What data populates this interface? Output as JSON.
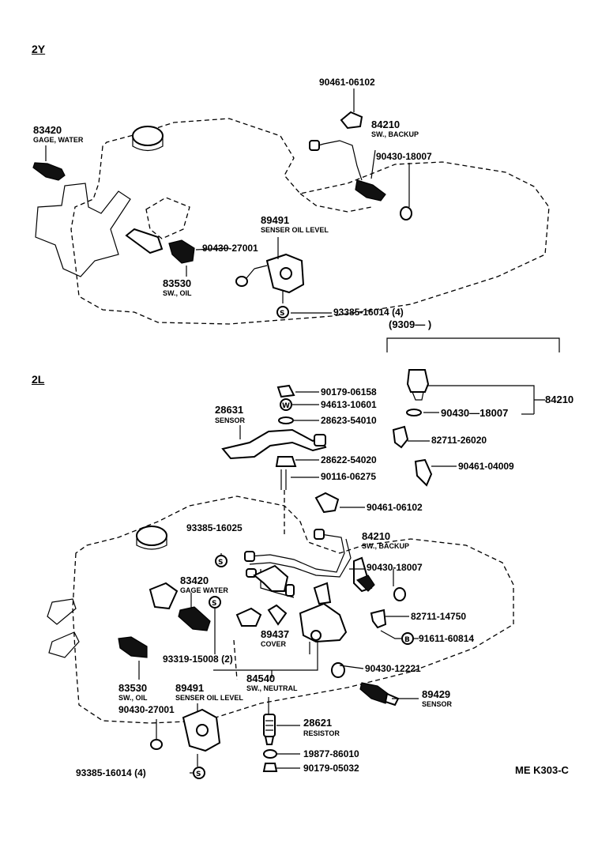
{
  "sections": {
    "top": "2Y",
    "bottom": "2L"
  },
  "top_labels": {
    "p90461_06102": "90461-06102",
    "p84210": "84210",
    "p84210_name": "SW., BACKUP",
    "p90430_18007": "90430-18007",
    "p83420": "83420",
    "p83420_name": "GAGE, WATER",
    "p89491": "89491",
    "p89491_name": "SENSER OIL LEVEL",
    "p90430_27001": "90430-27001",
    "p83530": "83530",
    "p83530_name": "SW., OIL",
    "p93385_16014": "93385-16014 (4)",
    "bracket_title": "(9309—        )"
  },
  "bottom_labels": {
    "p90179_06158": "90179-06158",
    "p94613_10601": "94613-10601",
    "p28623_54010": "28623-54010",
    "p28631": "28631",
    "p28631_name": "SENSOR",
    "p28622_54020": "28622-54020",
    "p90116_06275": "90116-06275",
    "p84210r": "84210",
    "p90430_18007r": "90430—18007",
    "p82711_26020": "82711-26020",
    "p90461_04009": "90461-04009",
    "p90461_06102": "90461-06102",
    "p93385_16025": "93385-16025",
    "p84210": "84210",
    "p84210_name": "SW., BACKUP",
    "p90430_18007": "90430-18007",
    "p83420": "83420",
    "p83420_name": "GAGE WATER",
    "p82711_14750": "82711-14750",
    "p91611_60814": "91611-60814",
    "p89437": "89437",
    "p89437_name": "COVER",
    "p93319_15008": "93319-15008 (2)",
    "p90430_12221": "90430-12221",
    "p84540": "84540",
    "p84540_name": "SW., NEUTRAL",
    "p83530": "83530",
    "p83530_name": "SW., OIL",
    "p89491": "89491",
    "p89491_name": "SENSER OIL LEVEL",
    "p89429": "89429",
    "p89429_name": "SENSOR",
    "p90430_27001": "90430-27001",
    "p28621": "28621",
    "p28621_name": "RESISTOR",
    "p19877_86010": "19877-86010",
    "p90179_05032": "90179-05032",
    "p93385_16014": "93385-16014 (4)"
  },
  "markers": {
    "S": "S",
    "W": "W",
    "B": "B"
  },
  "footer": {
    "code": "ME  K303-C"
  }
}
